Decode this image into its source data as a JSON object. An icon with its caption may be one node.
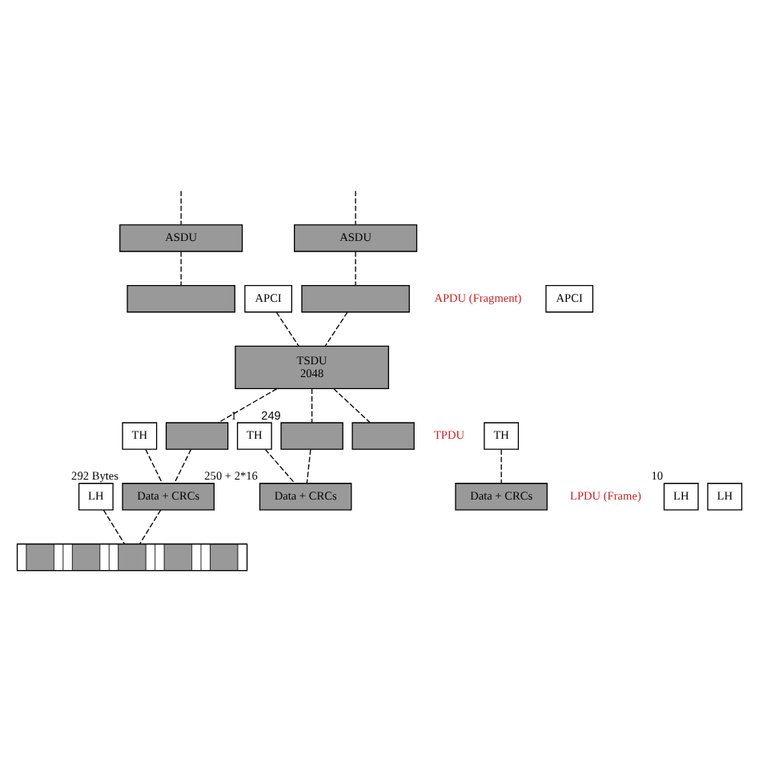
{
  "diagram": {
    "nodes": [
      {
        "text": [
          "ASDU"
        ]
      },
      {
        "text": [
          "ASDU"
        ]
      },
      {
        "text": [
          "APCI"
        ]
      },
      {
        "text": [],
        "shape": "box"
      },
      {
        "text": [
          "APCI"
        ]
      },
      {
        "text": [],
        "shape": "box"
      },
      {
        "text": [
          "TSDU",
          "2048"
        ]
      },
      {
        "text": [
          "TH"
        ]
      },
      {
        "text": [],
        "shape": "box"
      },
      {
        "text": [
          "TH"
        ],
        "beside": [
          "1"
        ]
      },
      {
        "text": [],
        "shape": "box",
        "beside": [
          "249"
        ]
      },
      {
        "text": [
          "TH"
        ]
      },
      {
        "text": [],
        "shape": "box"
      },
      {
        "text": [
          "LH"
        ]
      },
      {
        "text": [
          "Data + CRCs"
        ],
        "beside": [
          "292 Bytes"
        ]
      },
      {
        "text": [
          "LH"
        ],
        "beside": [
          "10"
        ]
      },
      {
        "text": [
          "Data + CRCs"
        ],
        "beside": [
          "250 + 2*16"
        ]
      },
      {
        "text": [
          "LH"
        ]
      },
      {
        "text": [
          "Data + CRCs"
        ]
      },
      {
        "text": [],
        "shape": "bar"
      }
    ],
    "edges": [
      {
        "from": null,
        "to": 0,
        "arrow": "none",
        "style": "dashed"
      },
      {
        "from": null,
        "to": 1,
        "arrow": "none",
        "style": "dashed"
      },
      {
        "from": 0,
        "to": 3,
        "arrow": "none",
        "style": "dashed"
      },
      {
        "from": 1,
        "to": 5,
        "arrow": "none",
        "style": "dashed"
      },
      {
        "from": 4,
        "to": 6,
        "arrow": "none",
        "style": "dashed"
      },
      {
        "from": 5,
        "to": 6,
        "arrow": "none",
        "style": "dashed"
      },
      {
        "from": 6,
        "to": 8,
        "arrow": "none",
        "style": "dashed"
      },
      {
        "from": 6,
        "to": 10,
        "arrow": "none",
        "style": "dashed"
      },
      {
        "from": 6,
        "to": 12,
        "arrow": "none",
        "style": "dashed"
      },
      {
        "from": 7,
        "to": 14,
        "arrow": "none",
        "style": "dashed"
      },
      {
        "from": 8,
        "to": 14,
        "arrow": "none",
        "style": "dashed"
      },
      {
        "from": 9,
        "to": 16,
        "arrow": "none",
        "style": "dashed"
      },
      {
        "from": 10,
        "to": 16,
        "arrow": "none",
        "style": "dashed"
      },
      {
        "from": 11,
        "to": 18,
        "arrow": "none",
        "style": "dashed"
      },
      {
        "from": 13,
        "to": 19,
        "arrow": "none",
        "style": "dashed"
      },
      {
        "from": 14,
        "to": 19,
        "arrow": "none",
        "style": "dashed"
      }
    ],
    "labels": [
      "APDU (Fragment)",
      "TPDU",
      "LPDU (Frame)"
    ]
  }
}
